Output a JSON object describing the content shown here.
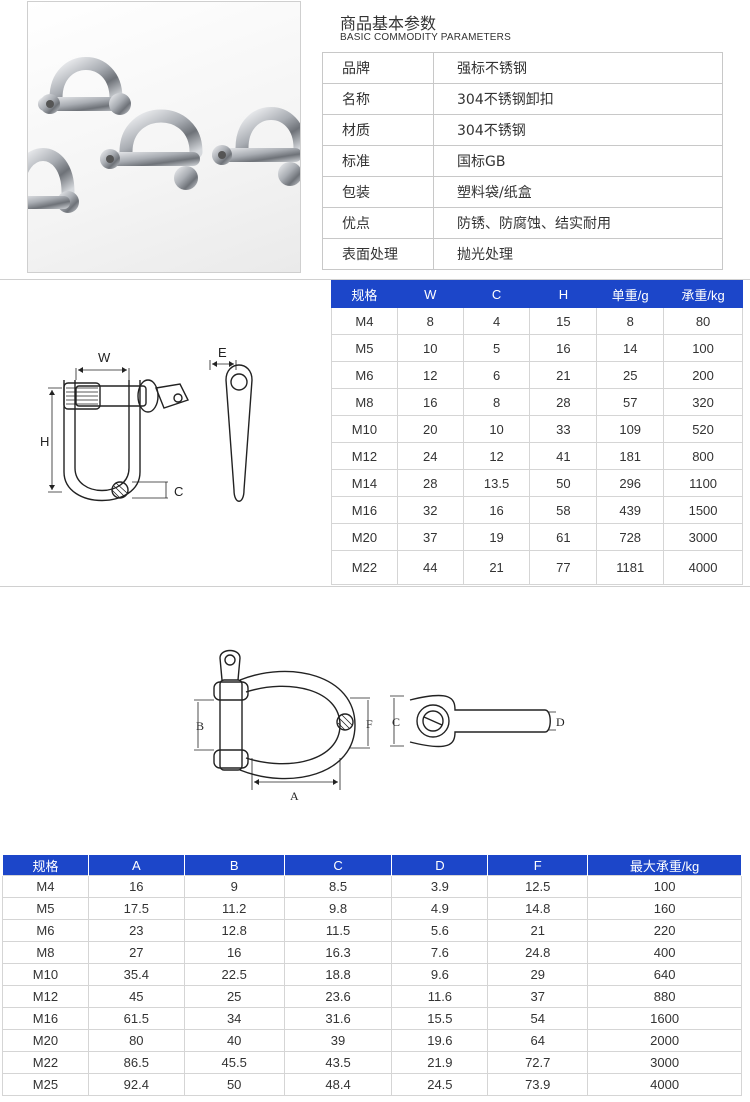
{
  "params": {
    "title": "商品基本参数",
    "subtitle": "BASIC COMMODITY PARAMETERS",
    "rows": [
      {
        "key": "品牌",
        "value": "强标不锈钢"
      },
      {
        "key": "名称",
        "value": "304不锈钢卸扣"
      },
      {
        "key": "材质",
        "value": "304不锈钢"
      },
      {
        "key": "标准",
        "value": "国标GB"
      },
      {
        "key": "包装",
        "value": "塑料袋/纸盒"
      },
      {
        "key": "优点",
        "value": "防锈、防腐蚀、结实耐用"
      },
      {
        "key": "表面处理",
        "value": "抛光处理"
      }
    ]
  },
  "dshackle_diagram": {
    "label_w": "W",
    "label_h": "H",
    "label_c": "C",
    "label_e": "E"
  },
  "spec_table_1": {
    "headers": [
      "规格",
      "W",
      "C",
      "H",
      "单重/g",
      "承重/kg"
    ],
    "rows": [
      [
        "M4",
        "8",
        "4",
        "15",
        "8",
        "80"
      ],
      [
        "M5",
        "10",
        "5",
        "16",
        "14",
        "100"
      ],
      [
        "M6",
        "12",
        "6",
        "21",
        "25",
        "200"
      ],
      [
        "M8",
        "16",
        "8",
        "28",
        "57",
        "320"
      ],
      [
        "M10",
        "20",
        "10",
        "33",
        "109",
        "520"
      ],
      [
        "M12",
        "24",
        "12",
        "41",
        "181",
        "800"
      ],
      [
        "M14",
        "28",
        "13.5",
        "50",
        "296",
        "1100"
      ],
      [
        "M16",
        "32",
        "16",
        "58",
        "439",
        "1500"
      ],
      [
        "M20",
        "37",
        "19",
        "61",
        "728",
        "3000"
      ],
      [
        "M22",
        "44",
        "21",
        "77",
        "1181",
        "4000"
      ]
    ]
  },
  "bow_diagram": {
    "label_a": "A",
    "label_b": "B",
    "label_c": "C",
    "label_d": "D",
    "label_f": "F"
  },
  "spec_table_2": {
    "headers": [
      "规格",
      "A",
      "B",
      "C",
      "D",
      "F",
      "最大承重/kg"
    ],
    "rows": [
      [
        "M4",
        "16",
        "9",
        "8.5",
        "3.9",
        "12.5",
        "100"
      ],
      [
        "M5",
        "17.5",
        "11.2",
        "9.8",
        "4.9",
        "14.8",
        "160"
      ],
      [
        "M6",
        "23",
        "12.8",
        "11.5",
        "5.6",
        "21",
        "220"
      ],
      [
        "M8",
        "27",
        "16",
        "16.3",
        "7.6",
        "24.8",
        "400"
      ],
      [
        "M10",
        "35.4",
        "22.5",
        "18.8",
        "9.6",
        "29",
        "640"
      ],
      [
        "M12",
        "45",
        "25",
        "23.6",
        "11.6",
        "37",
        "880"
      ],
      [
        "M16",
        "61.5",
        "34",
        "31.6",
        "15.5",
        "54",
        "1600"
      ],
      [
        "M20",
        "80",
        "40",
        "39",
        "19.6",
        "64",
        "2000"
      ],
      [
        "M22",
        "86.5",
        "45.5",
        "43.5",
        "21.9",
        "72.7",
        "3000"
      ],
      [
        "M25",
        "92.4",
        "50",
        "48.4",
        "24.5",
        "73.9",
        "4000"
      ]
    ]
  },
  "colors": {
    "header_blue": "#1c46c9",
    "border_gray": "#d5d5d5",
    "steel": "#b8bcc2"
  }
}
